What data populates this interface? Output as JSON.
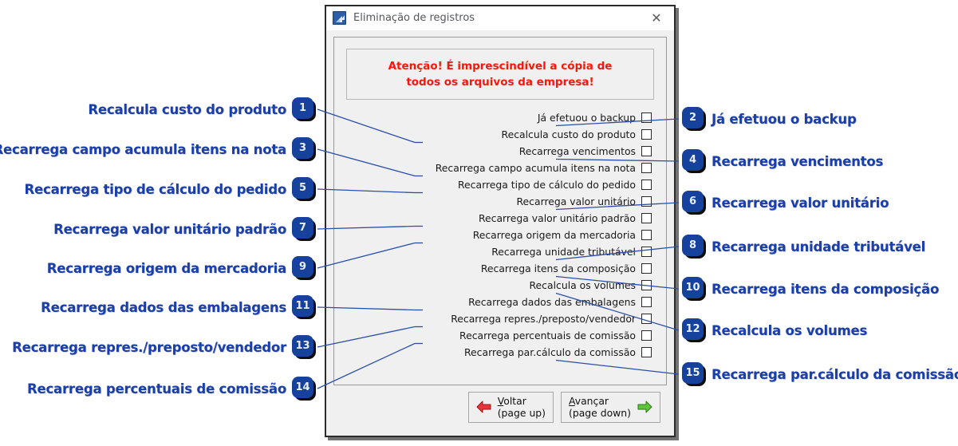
{
  "window": {
    "title": "Eliminação de registros",
    "icon": "app-arrow-icon",
    "close_label": "✕"
  },
  "warning": {
    "line1": "Atenção! É imprescindível a cópia de",
    "line2": "todos os arquivos da empresa!",
    "color": "#fc1605"
  },
  "checkboxes": [
    {
      "label": "Já efetuou o backup",
      "checked": false
    },
    {
      "label": "Recalcula custo do produto",
      "checked": false
    },
    {
      "label": "Recarrega vencimentos",
      "checked": false
    },
    {
      "label": "Recarrega campo acumula itens na nota",
      "checked": false
    },
    {
      "label": "Recarrega tipo de cálculo do pedido",
      "checked": false
    },
    {
      "label": "Recarrega valor unitário",
      "checked": false
    },
    {
      "label": "Recarrega valor unitário padrão",
      "checked": false
    },
    {
      "label": "Recarrega origem da mercadoria",
      "checked": false
    },
    {
      "label": "Recarrega unidade tributável",
      "checked": false
    },
    {
      "label": "Recarrega itens da composição",
      "checked": false
    },
    {
      "label": "Recalcula os volumes",
      "checked": false
    },
    {
      "label": "Recarrega dados das embalagens",
      "checked": false
    },
    {
      "label": "Recarrega repres./preposto/vendedor",
      "checked": false
    },
    {
      "label": "Recarrega percentuais de comissão",
      "checked": false
    },
    {
      "label": "Recarrega par.cálculo da comissão",
      "checked": false
    }
  ],
  "buttons": {
    "back": {
      "label": "Voltar",
      "hint": "(page up)",
      "accesskey": "V",
      "arrow": "arrow-left-red",
      "color": "#e8353a"
    },
    "next": {
      "label": "Avançar",
      "hint": "(page down)",
      "accesskey": "A",
      "arrow": "arrow-right-green",
      "color": "#5ec53a"
    }
  },
  "annotations": {
    "badge_color": "#16429e",
    "text_color": "#1a3faa",
    "left": [
      {
        "number": "1",
        "label": "Recalcula custo do produto"
      },
      {
        "number": "3",
        "label": "Recarrega campo acumula itens na nota"
      },
      {
        "number": "5",
        "label": "Recarrega tipo de cálculo do pedido"
      },
      {
        "number": "7",
        "label": "Recarrega valor unitário padrão"
      },
      {
        "number": "9",
        "label": "Recarrega origem da mercadoria"
      },
      {
        "number": "11",
        "label": "Recarrega dados das embalagens"
      },
      {
        "number": "13",
        "label": "Recarrega repres./preposto/vendedor"
      },
      {
        "number": "14",
        "label": "Recarrega percentuais de comissão"
      }
    ],
    "right": [
      {
        "number": "2",
        "label": "Já efetuou o backup"
      },
      {
        "number": "4",
        "label": "Recarrega vencimentos"
      },
      {
        "number": "6",
        "label": "Recarrega valor unitário"
      },
      {
        "number": "8",
        "label": "Recarrega unidade tributável"
      },
      {
        "number": "10",
        "label": "Recarrega itens da composição"
      },
      {
        "number": "12",
        "label": "Recalcula os volumes"
      },
      {
        "number": "15",
        "label": "Recarrega par.cálculo da comissão"
      }
    ]
  }
}
